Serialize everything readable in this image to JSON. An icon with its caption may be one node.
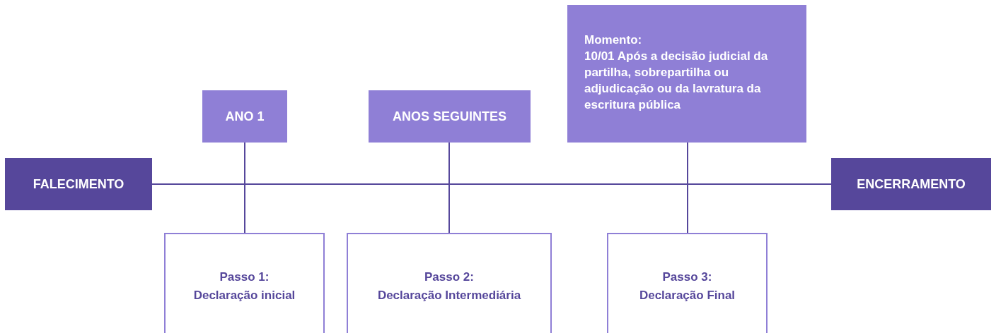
{
  "diagram": {
    "nodes": [
      {
        "text": [
          "FALECIMENTO"
        ]
      },
      {
        "text": [
          "ANO 1"
        ]
      },
      {
        "text": [
          "ANOS SEGUINTES"
        ]
      },
      {
        "text": [
          "Momento:",
          "10/01 Após a decisão judicial da partilha, sobrepartilha ou adjudicação ou da lavratura da escritura pública"
        ]
      },
      {
        "text": [
          "ENCERRAMENTO"
        ]
      },
      {
        "text": [
          "Passo 1:",
          "Declaração inicial"
        ]
      },
      {
        "text": [
          "Passo 2:",
          "Declaração Intermediária"
        ]
      },
      {
        "text": [
          "Passo 3:",
          "Declaração Final"
        ]
      }
    ],
    "edges": [
      {
        "from": 0,
        "to": 4,
        "arrow": "none"
      },
      {
        "from": 1,
        "to": 5,
        "arrow": "none"
      },
      {
        "from": 2,
        "to": 6,
        "arrow": "none"
      },
      {
        "from": 3,
        "to": 7,
        "arrow": "none"
      }
    ]
  }
}
